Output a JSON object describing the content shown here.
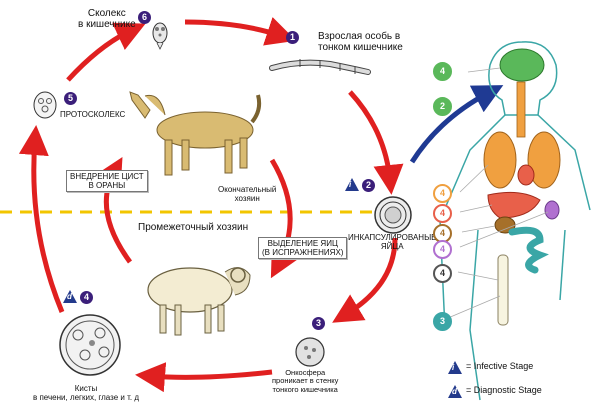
{
  "stages": {
    "s1": {
      "num": "1",
      "label_line1": "Взрослая особь в",
      "label_line2": "тонком кишечнике"
    },
    "s2": {
      "num": "2",
      "label_line1": "ИНКАПСУЛИРОВАНЫЕ",
      "label_line2": "ЯЙЦА"
    },
    "s3": {
      "num": "3",
      "label_line1": "Онкосфера",
      "label_line2": "проникает в стенку",
      "label_line3": "тонкого кишечника"
    },
    "s4": {
      "num": "4",
      "label_line1": "Кисты",
      "label_line2": "в печени, легких, глазе и т. д"
    },
    "s5": {
      "num": "5",
      "label": "ПРОТОСКОЛЕКС"
    },
    "s6": {
      "num": "6",
      "label_line1": "Сколекс",
      "label_line2": "в кишечнике"
    }
  },
  "hosts": {
    "definitive_line1": "Окончательный",
    "definitive_line2": "хозяин",
    "intermediate": "Промежеточный хозяин"
  },
  "boxes": {
    "cysts_line1": "ВНЕДРЕНИЕ ЦИСТ",
    "cysts_line2": "В ОРАНЫ",
    "eggs_line1": "ВЫДЕЛЕНИЕ ЯИЦ",
    "eggs_line2": "(В ИСПРАЖНЕНИЯХ)"
  },
  "human_stages": {
    "top": "4",
    "arrow": "2",
    "lung": "4",
    "liver": "4",
    "kidney": "4",
    "spleen": "4",
    "bone": "4",
    "limb": "3"
  },
  "legend": {
    "infective_symbol": "i",
    "infective_label": "= Infective Stage",
    "diagnostic_symbol": "d",
    "diagnostic_label": "= Diagnostic Stage"
  },
  "markers": {
    "s2_symbol": "i",
    "s4_symbol": "d"
  },
  "colors": {
    "cycle_arrow": "#e02020",
    "human_arrow": "#1f3a93",
    "divider": "#f2c500",
    "step_circle": "#3b1f7a",
    "lung": "#f0a040",
    "liver": "#e8604a",
    "brain": "#5ab85a",
    "spleen": "#b070d0",
    "intestine": "#3aa6a6"
  }
}
